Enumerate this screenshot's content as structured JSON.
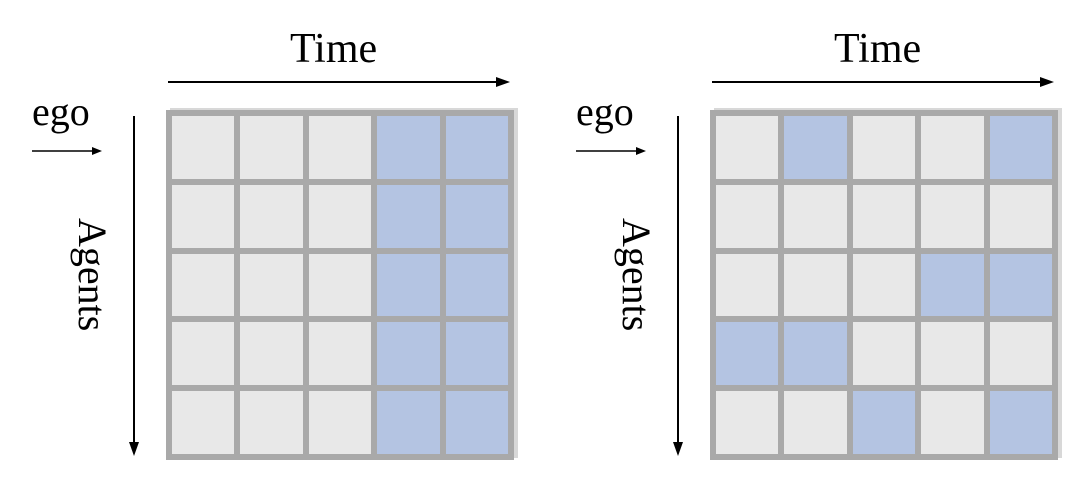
{
  "colors": {
    "inactive": "#e8e8e8",
    "active": "#b4c4e2",
    "gridline": "#a9a9a9"
  },
  "panels": [
    {
      "time_label": "Time",
      "ego_label": "ego",
      "agents_label": "Agents",
      "mask": [
        [
          0,
          0,
          0,
          1,
          1
        ],
        [
          0,
          0,
          0,
          1,
          1
        ],
        [
          0,
          0,
          0,
          1,
          1
        ],
        [
          0,
          0,
          0,
          1,
          1
        ],
        [
          0,
          0,
          0,
          1,
          1
        ]
      ]
    },
    {
      "time_label": "Time",
      "ego_label": "ego",
      "agents_label": "Agents",
      "mask": [
        [
          0,
          1,
          0,
          0,
          1
        ],
        [
          0,
          0,
          0,
          0,
          0
        ],
        [
          0,
          0,
          0,
          1,
          1
        ],
        [
          1,
          1,
          0,
          0,
          0
        ],
        [
          0,
          0,
          1,
          0,
          1
        ]
      ]
    }
  ]
}
